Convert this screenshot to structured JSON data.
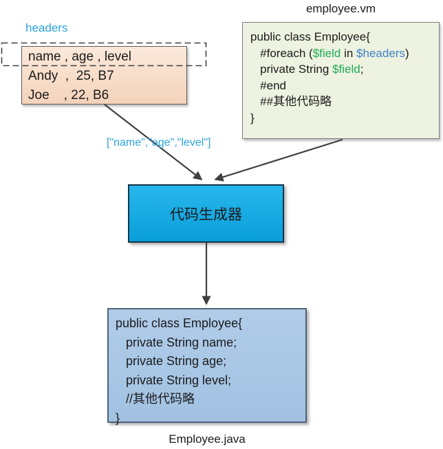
{
  "labels": {
    "headers": "headers",
    "array_value": "[\"name\",\"age\",\"level\"]",
    "vm_title": "employee.vm",
    "java_title": "Employee.java"
  },
  "csv": {
    "rows": [
      "name , age , level",
      "Andy  ,  25, B7",
      "Joe    , 22, B6"
    ]
  },
  "vm": {
    "line1": "public class Employee{",
    "line2": {
      "pre": "   #foreach (",
      "field": "$field",
      "mid": " in ",
      "headers": "$headers",
      "post": ")"
    },
    "line3": {
      "pre": "   private String ",
      "field": "$field",
      "post": ";"
    },
    "line4": "   #end",
    "line5": "   ##其他代码略",
    "line6": "}"
  },
  "generator": {
    "label": "代码生成器"
  },
  "java": {
    "rows": [
      "public class Employee{",
      "   private String name;",
      "   private String age;",
      "   private String level;",
      "   //其他代码略",
      "}"
    ]
  },
  "colors": {
    "accent_label": "#2aa3dc",
    "token_green": "#21ab52",
    "token_blue": "#4182c3",
    "arrow": "#3f3f3f",
    "csv_fill": "#f8dec9",
    "vm_fill": "#edf2e1",
    "generator_fill": "#14abe2",
    "java_fill": "#a9c6e4"
  }
}
